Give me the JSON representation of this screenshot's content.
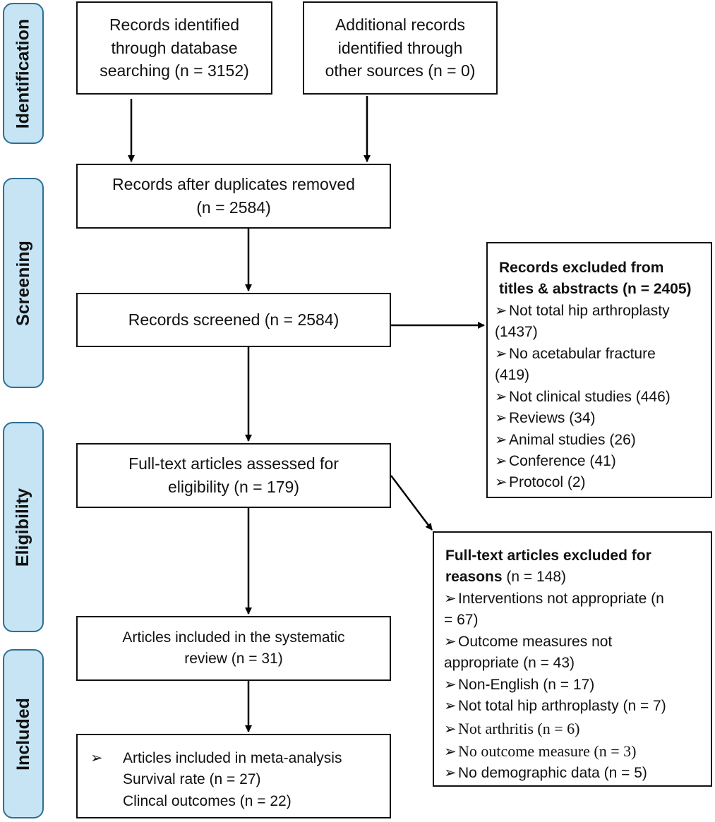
{
  "stages": {
    "identification": "Identification",
    "screening": "Screening",
    "eligibility": "Eligibility",
    "included": "Included"
  },
  "boxes": {
    "database": [
      "Records identified",
      "through database",
      "searching (n = 3152)"
    ],
    "other_sources": [
      "Additional records",
      "identified through",
      "other sources (n = 0)"
    ],
    "duplicates": [
      "Records after duplicates removed",
      "(n = 2584)"
    ],
    "screened": [
      "Records screened (n = 2584)"
    ],
    "fulltext": [
      "Full-text articles assessed for",
      "eligibility (n = 179)"
    ],
    "systematic": [
      "Articles included in the systematic",
      "review (n = 31)"
    ],
    "meta": {
      "bullet": "➢",
      "lines": [
        "Articles included in meta-analysis",
        "Survival rate (n = 27)",
        "Clincal outcomes (n = 22)"
      ]
    },
    "excluded_titles": {
      "title": [
        "Records excluded from",
        "titles & abstracts (n = 2405)"
      ],
      "items": [
        "Not total hip arthroplasty",
        "(1437)",
        "No acetabular fracture",
        "(419)",
        "Not clinical studies (446)",
        "Reviews (34)",
        "Animal studies (26)",
        "Conference (41)",
        "Protocol (2)"
      ]
    },
    "excluded_fulltext": {
      "title_bold_1": "Full-text articles excluded for",
      "title_bold_2": "reasons",
      "title_rest": " (n = 148)",
      "items": [
        "Interventions not appropriate (n",
        "= 67)",
        "Outcome measures not",
        "appropriate (n = 43)",
        "Non-English (n = 17)",
        "Not total hip arthroplasty (n = 7)",
        "Not arthritis (n = 6)",
        "No outcome measure (n = 3)",
        "No demographic data (n = 5)"
      ]
    }
  }
}
